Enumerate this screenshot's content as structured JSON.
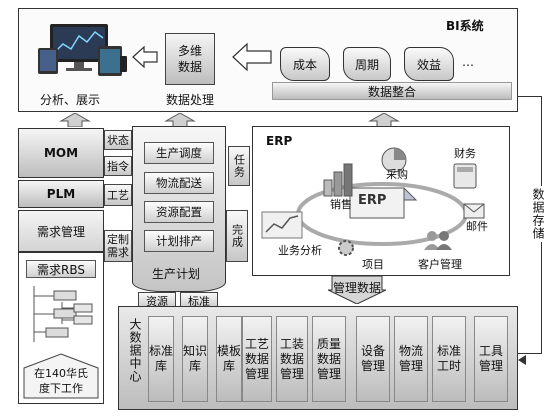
{
  "bi": {
    "title": "BI系统",
    "analysis_label": "分析、展示",
    "multidim_label": "多维\n数据",
    "data_processing_label": "数据处理",
    "sources": [
      "成本",
      "周期",
      "效益",
      "…"
    ],
    "integration_label": "数据整合"
  },
  "left": {
    "mom": "MOM",
    "plm": "PLM",
    "req_mgmt": "需求管理",
    "rbs": "需求RBS",
    "work_under": "在140华氏\n度下工作",
    "arrows": {
      "status": "状态",
      "command": "指令",
      "process": "工艺",
      "custom": "定制\n需求"
    }
  },
  "production": {
    "items": [
      "生产调度",
      "物流配送",
      "资源配置",
      "计划排产"
    ],
    "plan_label": "生产计划",
    "task_label": "任务",
    "done_label": "完成",
    "resource_label": "资源",
    "standard_label": "标准"
  },
  "erp": {
    "title": "ERP",
    "center": "ERP",
    "nodes": {
      "sales": "销售",
      "purchase": "采购",
      "finance": "财务",
      "mail": "邮件",
      "analysis": "业务分析",
      "project": "项目",
      "crm": "客户管理"
    },
    "mgmt_data": "管理数据",
    "storage": "数据存储"
  },
  "bottom": {
    "bigdata_label": "大数据中心",
    "tiles": [
      "标准\n库",
      "知识\n库",
      "模板\n库",
      "工艺\n数据\n管理",
      "工装\n数据\n管理",
      "质量\n数据\n管理",
      "设备\n管理",
      "物流\n管理",
      "标准\n工时",
      "工具\n管理"
    ]
  }
}
